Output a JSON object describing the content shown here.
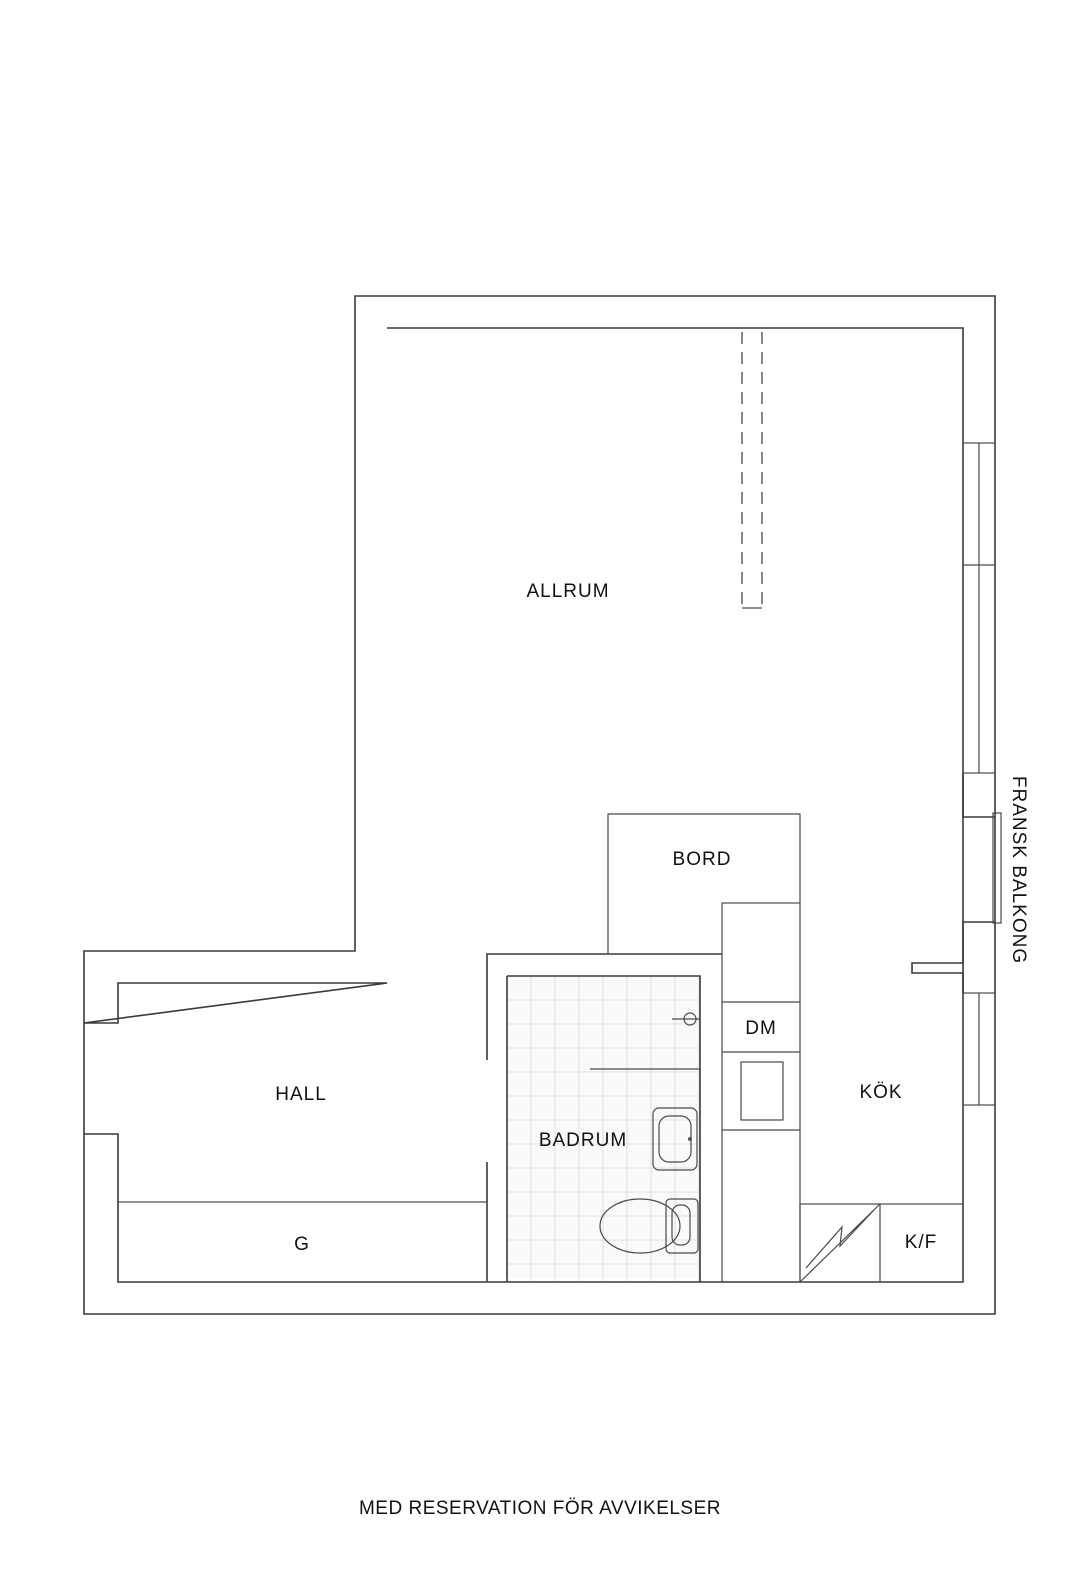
{
  "rooms": {
    "allrum": "ALLRUM",
    "bord": "BORD",
    "dm": "DM",
    "kok": "KÖK",
    "hall": "HALL",
    "badrum": "BADRUM",
    "g": "G",
    "kf": "K/F"
  },
  "balcony_label": "FRANSK BALKONG",
  "footer_note": "MED RESERVATION FÖR AVVIKELSER",
  "colors": {
    "line": "#3a3a3a",
    "tile": "#dddddd"
  },
  "icons": [
    "toilet-icon",
    "sink-icon",
    "shower-fixture-icon",
    "electrical-panel-icon"
  ]
}
